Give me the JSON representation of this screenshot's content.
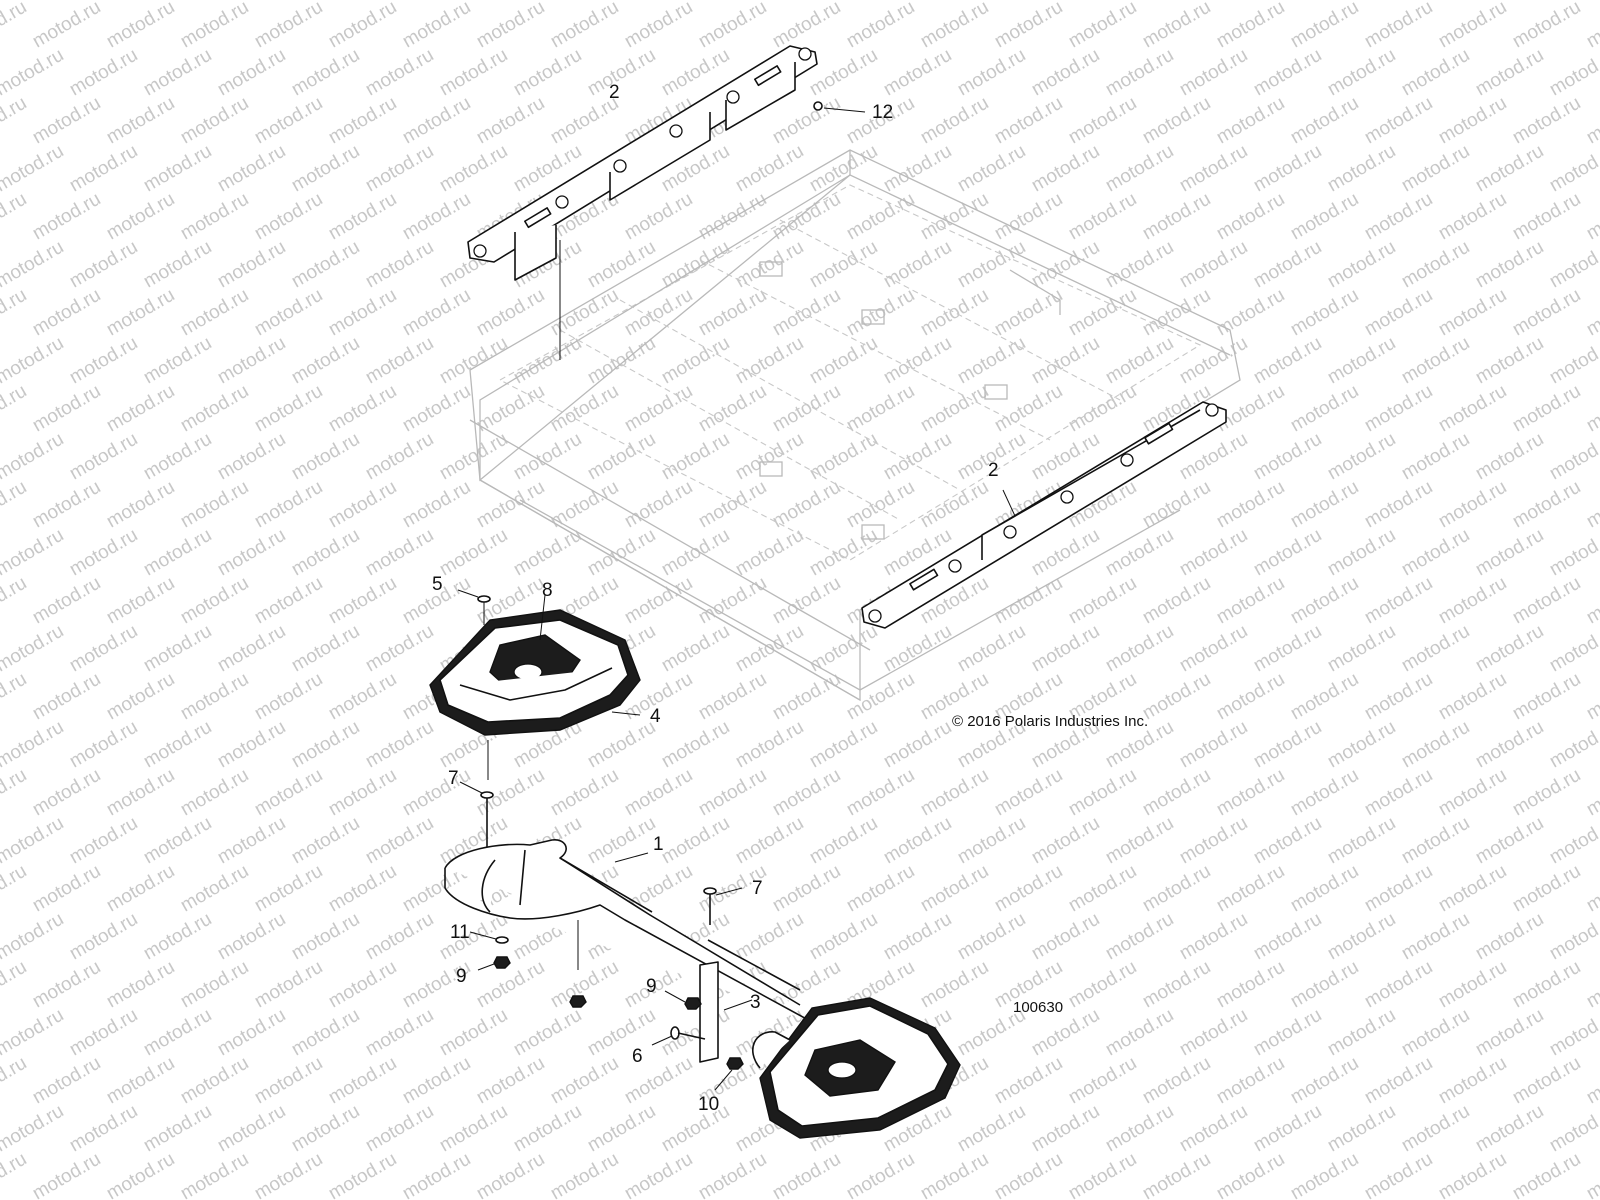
{
  "watermark": {
    "text": "motod.ru"
  },
  "copyright": "© 2016 Polaris Industries Inc.",
  "figure_number": "100630",
  "callouts": {
    "c2_top": "2",
    "c12": "12",
    "c2_right": "2",
    "c5": "5",
    "c8": "8",
    "c4": "4",
    "c7_left": "7",
    "c1": "1",
    "c7_right": "7",
    "c11": "11",
    "c9_left": "9",
    "c9_right": "9",
    "c3": "3",
    "c6": "6",
    "c10": "10"
  }
}
